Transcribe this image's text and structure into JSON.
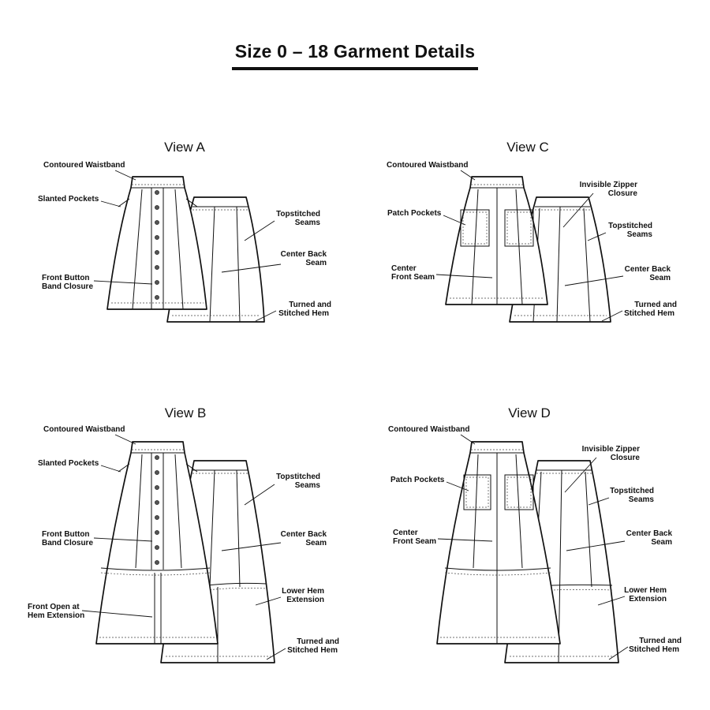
{
  "page": {
    "title": "Size 0 – 18 Garment Details"
  },
  "views": {
    "a": {
      "title": "View A",
      "labels": {
        "waistband": "Contoured Waistband",
        "slanted_pockets": "Slanted Pockets",
        "front_button_1": "Front Button",
        "front_button_2": "Band Closure",
        "topstitched_1": "Topstitched",
        "topstitched_2": "Seams",
        "center_back_1": "Center Back",
        "center_back_2": "Seam",
        "turned_1": "Turned and",
        "turned_2": "Stitched Hem"
      }
    },
    "b": {
      "title": "View B",
      "labels": {
        "waistband": "Contoured Waistband",
        "slanted_pockets": "Slanted Pockets",
        "front_button_1": "Front Button",
        "front_button_2": "Band Closure",
        "front_open_1": "Front Open at",
        "front_open_2": "Hem Extension",
        "topstitched_1": "Topstitched",
        "topstitched_2": "Seams",
        "center_back_1": "Center Back",
        "center_back_2": "Seam",
        "lower_hem_1": "Lower Hem",
        "lower_hem_2": "Extension",
        "turned_1": "Turned and",
        "turned_2": "Stitched Hem"
      }
    },
    "c": {
      "title": "View C",
      "labels": {
        "waistband": "Contoured Waistband",
        "patch_pockets": "Patch Pockets",
        "center_front_1": "Center",
        "center_front_2": "Front Seam",
        "zipper_1": "Invisible Zipper",
        "zipper_2": "Closure",
        "topstitched_1": "Topstitched",
        "topstitched_2": "Seams",
        "center_back_1": "Center Back",
        "center_back_2": "Seam",
        "turned_1": "Turned and",
        "turned_2": "Stitched Hem"
      }
    },
    "d": {
      "title": "View D",
      "labels": {
        "waistband": "Contoured Waistband",
        "patch_pockets": "Patch Pockets",
        "center_front_1": "Center",
        "center_front_2": "Front Seam",
        "zipper_1": "Invisible Zipper",
        "zipper_2": "Closure",
        "topstitched_1": "Topstitched",
        "topstitched_2": "Seams",
        "center_back_1": "Center Back",
        "center_back_2": "Seam",
        "lower_hem_1": "Lower Hem",
        "lower_hem_2": "Extension",
        "turned_1": "Turned and",
        "turned_2": "Stitched Hem"
      }
    }
  }
}
